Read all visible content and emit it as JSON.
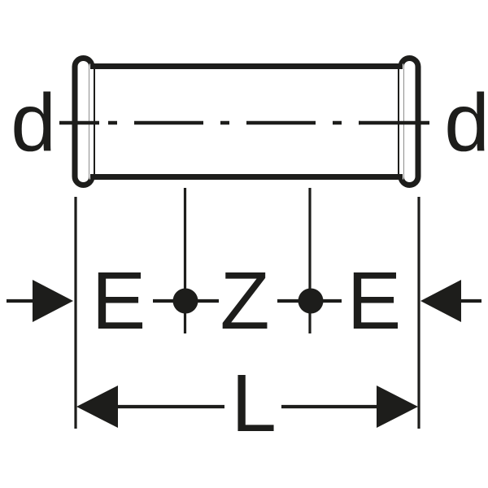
{
  "diagram": {
    "name": "press-coupling-dimension-diagram",
    "labels": {
      "diameter_left": "d",
      "diameter_right": "d",
      "insertion_depth_left": "E",
      "intermediate_length": "Z",
      "insertion_depth_right": "E",
      "overall_length": "L"
    },
    "colors": {
      "ink": "#1d1d1b",
      "background": "#ffffff"
    }
  }
}
